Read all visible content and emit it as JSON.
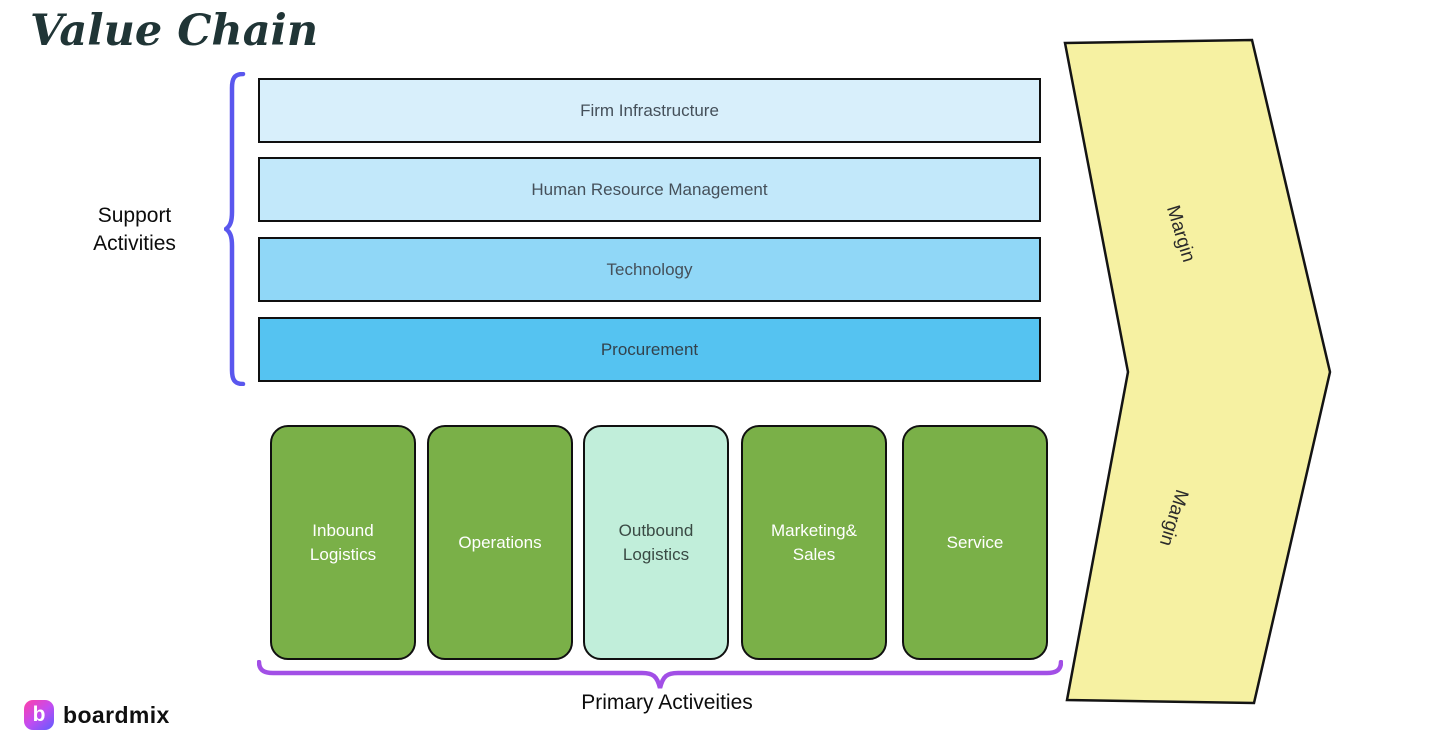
{
  "title": "Value Chain",
  "support": {
    "label_line1": "Support",
    "label_line2": "Activities",
    "brace_color": "#5a57ee",
    "bars": [
      {
        "label": "Firm Infrastructure",
        "fill": "#d8effb"
      },
      {
        "label": "Human Resource Management",
        "fill": "#c2e8fa"
      },
      {
        "label": "Technology",
        "fill": "#90d7f7"
      },
      {
        "label": "Procurement",
        "fill": "#55c3f1"
      }
    ]
  },
  "primary": {
    "label": "Primary Activeities",
    "brace_color": "#a24fe6",
    "boxes": [
      {
        "label": "Inbound Logistics",
        "fill": "#7ab048",
        "text_color": "#ffffff"
      },
      {
        "label": "Operations",
        "fill": "#7ab048",
        "text_color": "#ffffff"
      },
      {
        "label": "Outbound Logistics",
        "fill": "#c1eeda",
        "text_color": "#3a4a44"
      },
      {
        "label": "Marketing& Sales",
        "fill": "#7ab048",
        "text_color": "#ffffff"
      },
      {
        "label": "Service",
        "fill": "#7ab048",
        "text_color": "#ffffff"
      }
    ]
  },
  "margin_arrow": {
    "fill": "#f6f1a2",
    "labels": [
      "Margin",
      "Margin"
    ]
  },
  "footer": {
    "brand": "boardmix",
    "logo_letter": "b"
  }
}
